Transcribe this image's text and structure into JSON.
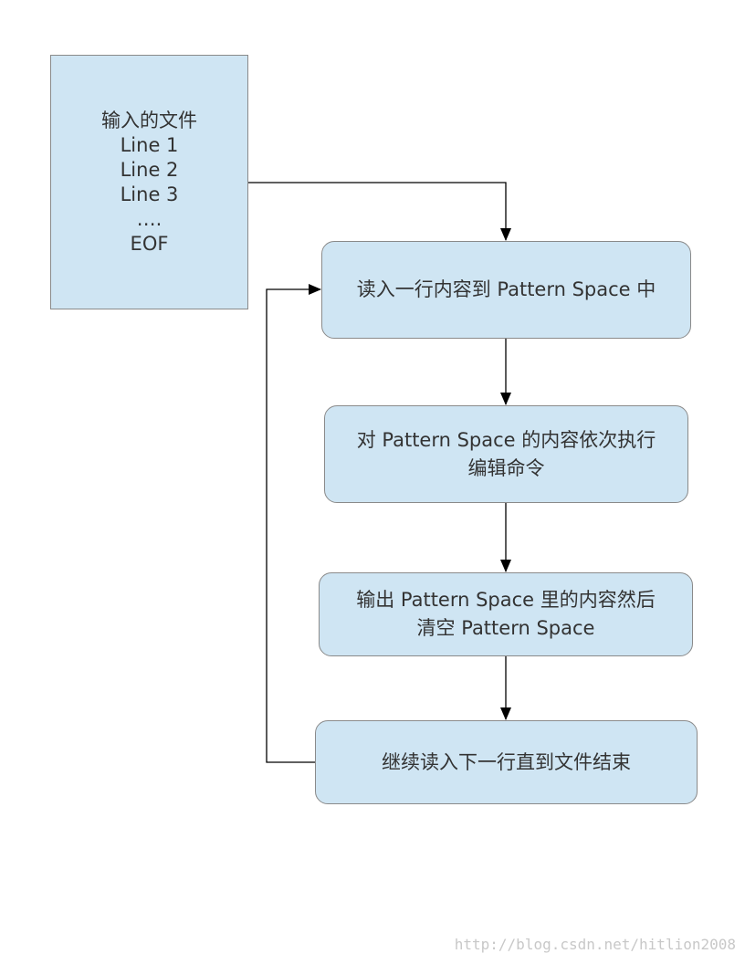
{
  "input_file": {
    "lines": [
      "输入的文件",
      "Line 1",
      "Line 2",
      "Line 3",
      "….",
      "EOF"
    ]
  },
  "steps": [
    {
      "lines": [
        "读入一行内容到 Pattern Space 中"
      ]
    },
    {
      "lines": [
        "对 Pattern Space 的内容依次执行",
        "编辑命令"
      ]
    },
    {
      "lines": [
        "输出 Pattern Space 里的内容然后",
        "清空 Pattern Space"
      ]
    },
    {
      "lines": [
        "继续读入下一行直到文件结束"
      ]
    }
  ],
  "watermark": "http://blog.csdn.net/hitlion2008",
  "colors": {
    "node_fill": "#cfe5f3",
    "node_border": "#8a8a8a",
    "connector": "#000000",
    "watermark": "#c8c8c8"
  }
}
